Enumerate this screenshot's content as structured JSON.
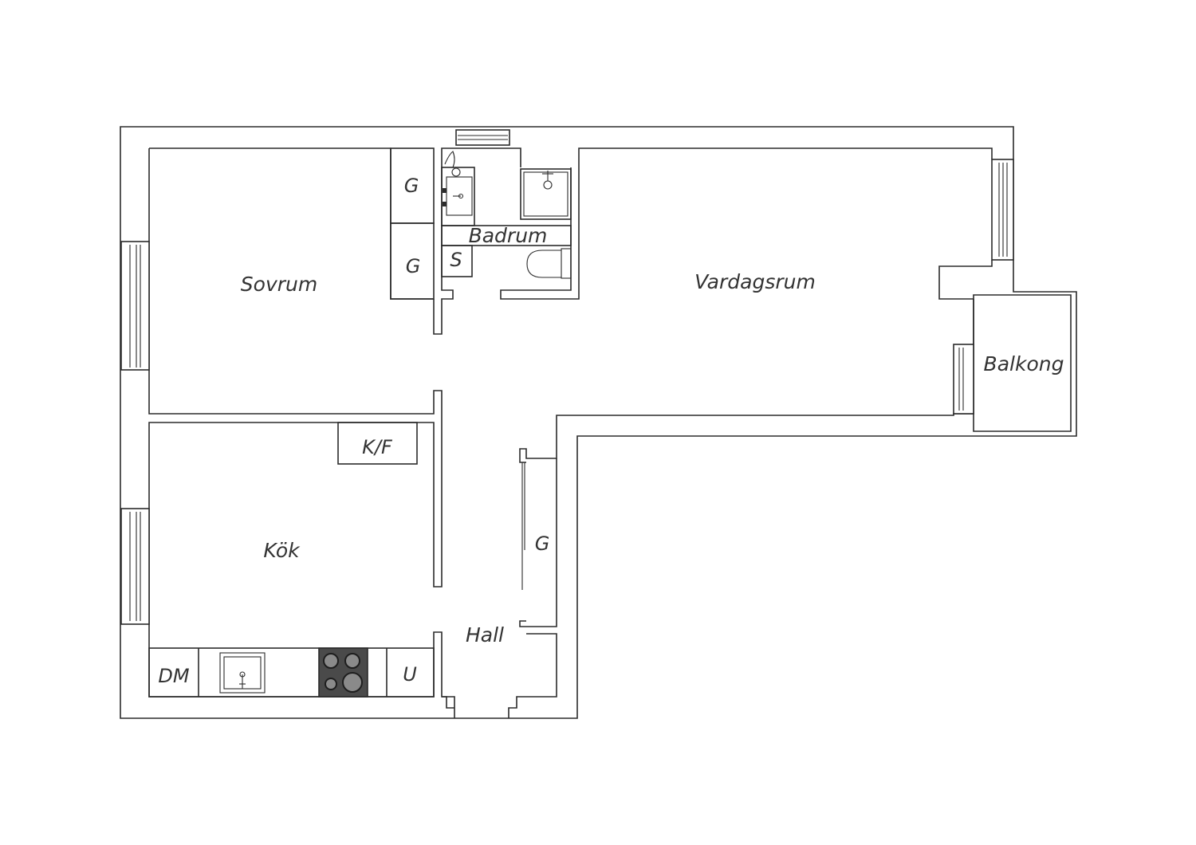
{
  "rooms": {
    "sovrum": "Sovrum",
    "badrum": "Badrum",
    "vardagsrum": "Vardagsrum",
    "balkong": "Balkong",
    "kok": "Kök",
    "hall": "Hall"
  },
  "fixtures": {
    "garderob_1": "G",
    "garderob_2": "G",
    "garderob_hall": "G",
    "storage_bath": "S",
    "fridge_freezer": "K/F",
    "dishwasher": "DM",
    "oven": "U"
  },
  "colors": {
    "wall": "#2b2b2b",
    "stove": "#4a4a4a",
    "burner": "#8a8a8a",
    "text": "#333333"
  }
}
